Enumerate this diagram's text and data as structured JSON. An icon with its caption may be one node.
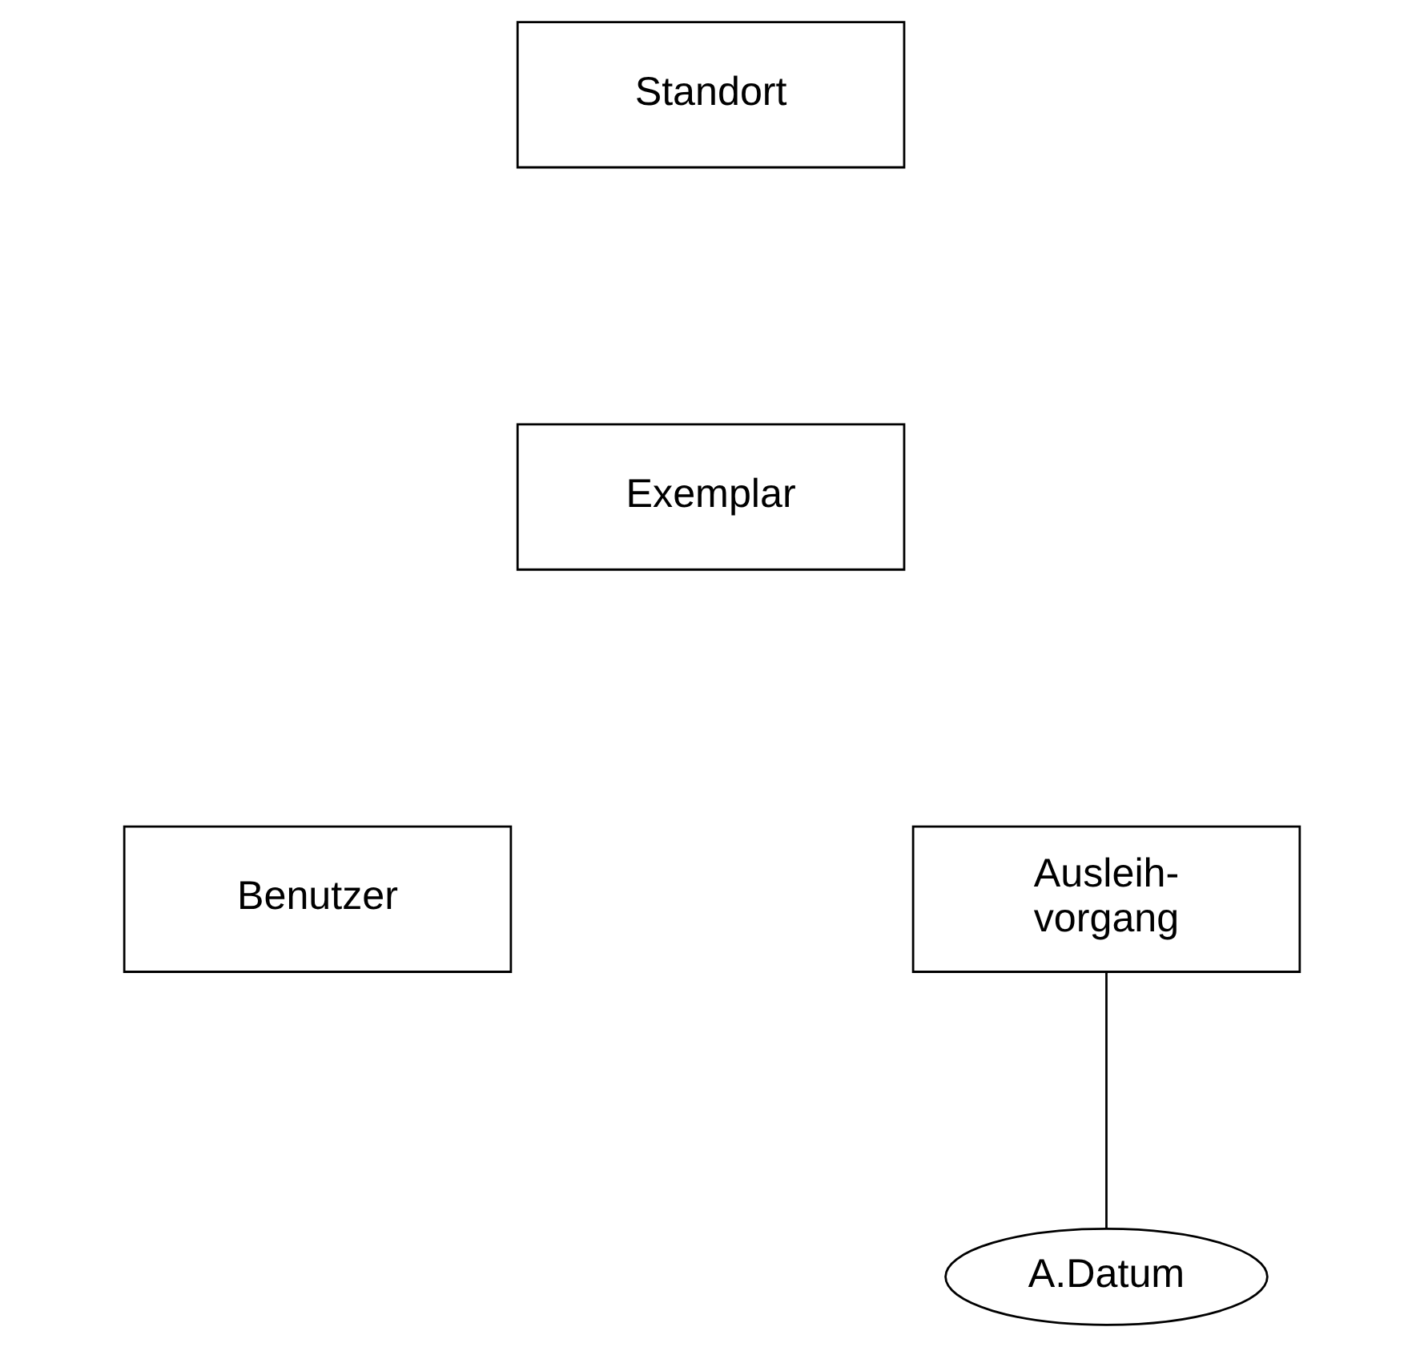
{
  "diagram": {
    "nodes": [
      {
        "text": [
          "Standort"
        ]
      },
      {
        "text": [
          "Exemplar"
        ]
      },
      {
        "text": [
          "Benutzer"
        ]
      },
      {
        "text": [
          "Ausleih- vorgang"
        ]
      },
      {
        "text": [
          "A.Datum"
        ]
      }
    ],
    "edges": [
      {
        "from": 3,
        "to": 4,
        "arrow": "none"
      }
    ]
  }
}
